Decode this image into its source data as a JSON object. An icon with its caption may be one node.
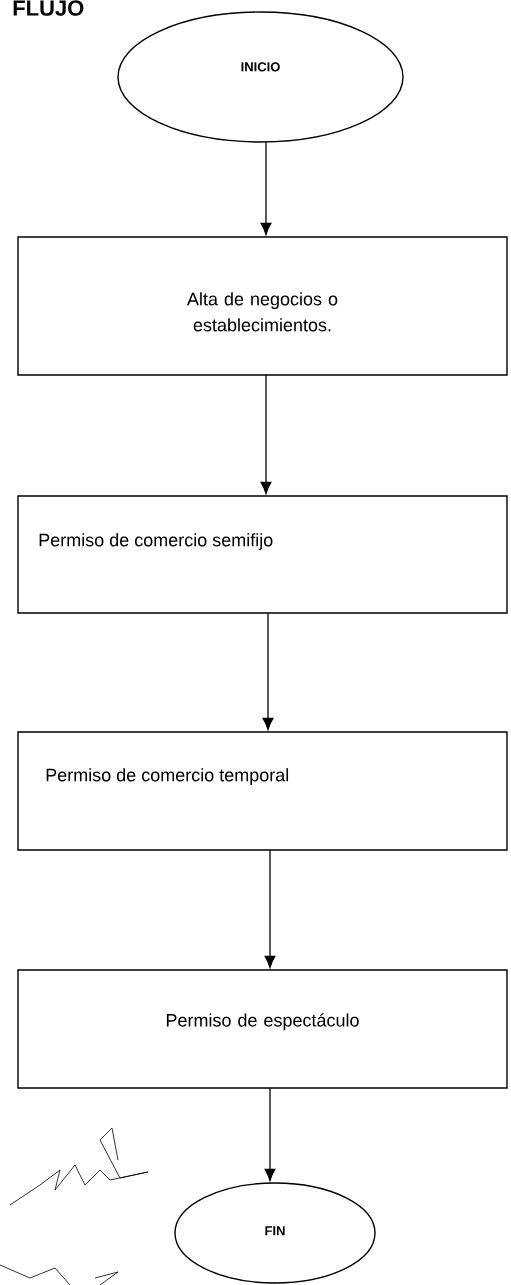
{
  "diagram": {
    "title": "FLUJO",
    "nodes": [
      {
        "text": [
          "INICIO"
        ]
      },
      {
        "text": [
          "Alta de negocios o establecimientos."
        ]
      },
      {
        "text": [
          "Permiso de comercio semifijo"
        ]
      },
      {
        "text": [
          "Permiso de comercio temporal"
        ]
      },
      {
        "text": [
          "Permiso de espectáculo"
        ]
      },
      {
        "text": [
          "FIN"
        ]
      }
    ],
    "edges": [
      {
        "from": 0,
        "to": 1,
        "arrow": "to"
      },
      {
        "from": 1,
        "to": 2,
        "arrow": "to"
      },
      {
        "from": 2,
        "to": 3,
        "arrow": "to"
      },
      {
        "from": 3,
        "to": 4,
        "arrow": "to"
      },
      {
        "from": 4,
        "to": 5,
        "arrow": "to"
      }
    ]
  }
}
